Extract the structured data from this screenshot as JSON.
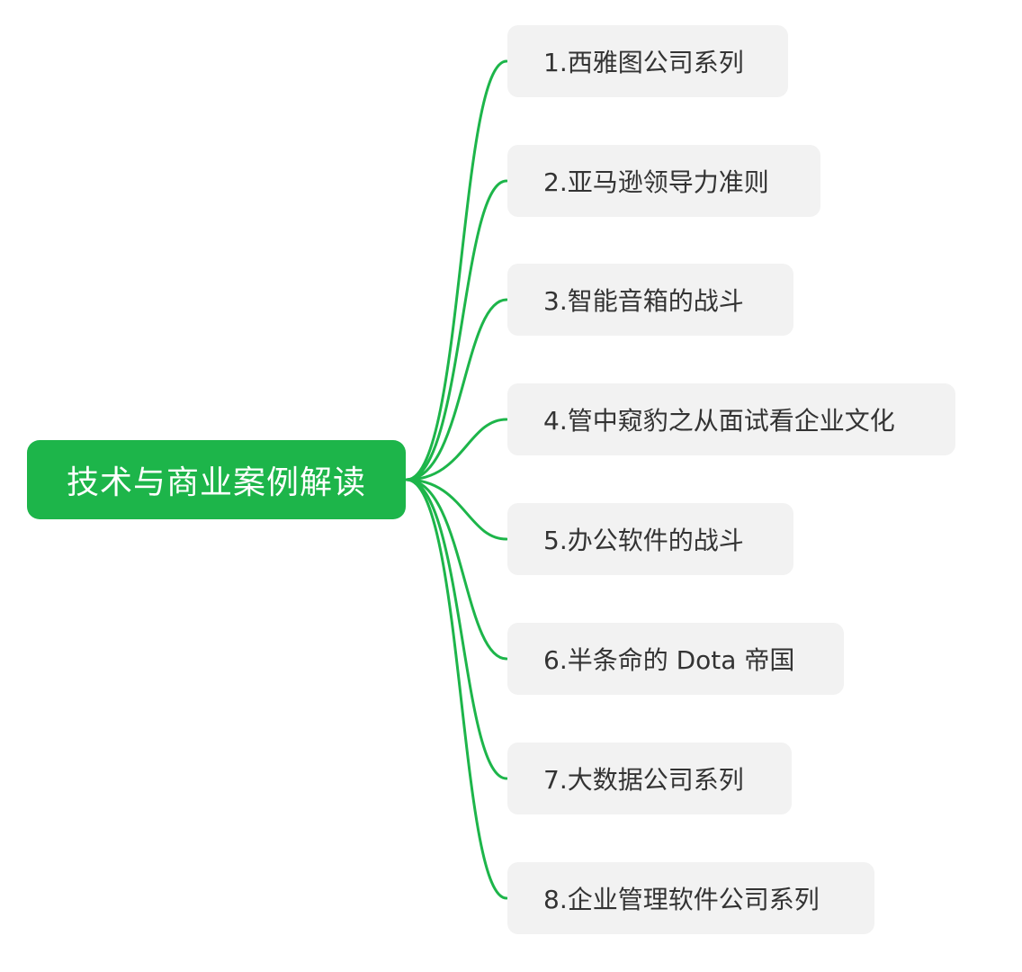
{
  "diagram": {
    "root": {
      "label": "技术与商业案例解读"
    },
    "children": [
      {
        "label": "1.西雅图公司系列"
      },
      {
        "label": "2.亚马逊领导力准则"
      },
      {
        "label": "3.智能音箱的战斗"
      },
      {
        "label": "4.管中窥豹之从面试看企业文化"
      },
      {
        "label": "5.办公软件的战斗"
      },
      {
        "label": "6.半条命的 Dota 帝国"
      },
      {
        "label": "7.大数据公司系列"
      },
      {
        "label": "8.企业管理软件公司系列"
      }
    ]
  },
  "colors": {
    "accent": "#1db54a",
    "node_background": "#f2f2f2",
    "node_text": "#333333",
    "root_text": "#ffffff"
  }
}
